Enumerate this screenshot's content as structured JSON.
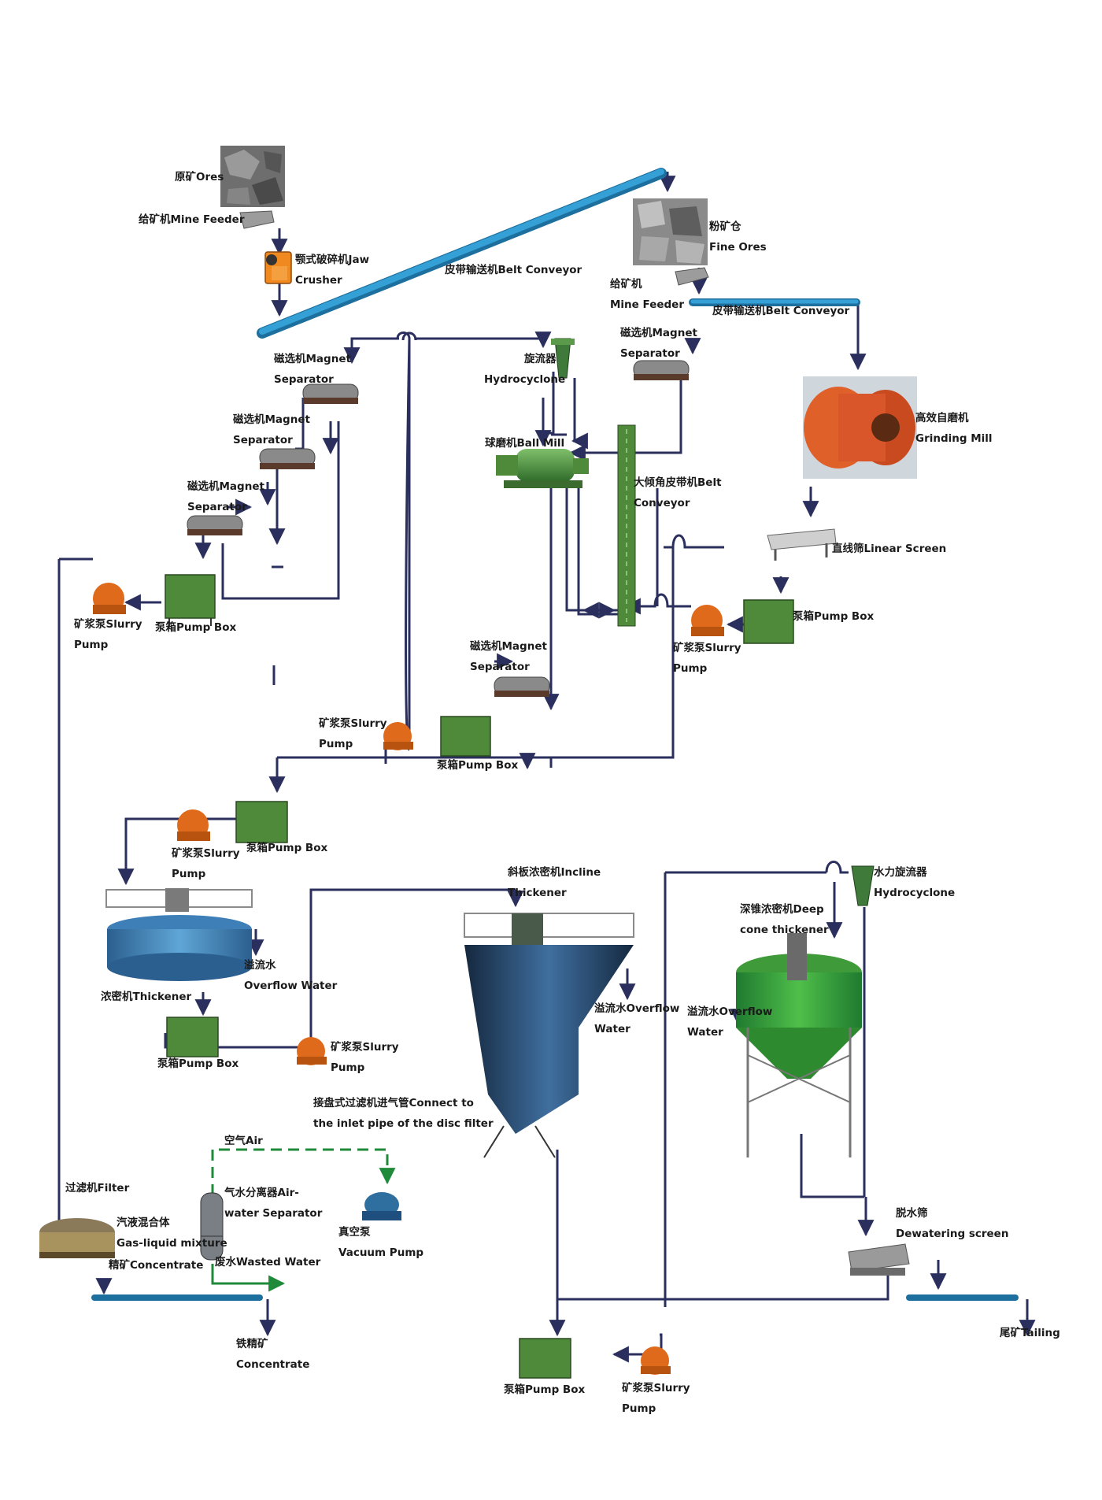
{
  "labels": {
    "raw_ore": "原矿Ores",
    "mine_feeder_1": "给矿机Mine Feeder",
    "jaw_crusher_1": "颚式破碎机Jaw",
    "jaw_crusher_2": "Crusher",
    "belt_conveyor_1": "皮带输送机Belt Conveyor",
    "fine_ore_1": "粉矿仓",
    "fine_ore_2": "Fine Ores",
    "mine_feeder_2a": "给矿机",
    "mine_feeder_2b": "Mine Feeder",
    "belt_conveyor_2": "皮带输送机Belt Conveyor",
    "grinding_mill_1": "高效自磨机",
    "grinding_mill_2": "Grinding Mill",
    "mag_sep_1a": "磁选机Magnet",
    "mag_sep_1b": "Separator",
    "hydrocyclone_1a": "旋流器",
    "hydrocyclone_1b": "Hydrocyclone",
    "mag_sep_2a": "磁选机Magnet",
    "mag_sep_2b": "Separator",
    "mag_sep_3a": "磁选机Magnet",
    "mag_sep_3b": "Separator",
    "ball_mill": "球磨机Ball Mill",
    "big_belt_1": "大倾角皮带机Belt",
    "big_belt_2": "Conveyor",
    "mag_sep_4a": "磁选机Magnet",
    "mag_sep_4b": "Separator",
    "linear_screen": "直线筛Linear Screen",
    "pump_box_1": "泵箱Pump Box",
    "slurry_pump_1a": "矿浆泵Slurry",
    "slurry_pump_1b": "Pump",
    "pump_box_2": "泵箱Pump Box",
    "slurry_pump_2a": "矿浆泵Slurry",
    "slurry_pump_2b": "Pump",
    "mag_sep_5a": "磁选机Magnet",
    "mag_sep_5b": "Separator",
    "slurry_pump_3a": "矿浆泵Slurry",
    "slurry_pump_3b": "Pump",
    "pump_box_3": "泵箱Pump Box",
    "pump_box_4": "泵箱Pump Box",
    "slurry_pump_4a": "矿浆泵Slurry",
    "slurry_pump_4b": "Pump",
    "incline_thickener_1": "斜板浓密机Incline",
    "incline_thickener_2": "Thickener",
    "hydrocyclone_2a": "水力旋流器",
    "hydrocyclone_2b": "Hydrocyclone",
    "deep_cone_1": "深锥浓密机Deep",
    "deep_cone_2": "cone thickener",
    "overflow_1a": "溢流水",
    "overflow_1b": "Overflow Water",
    "thickener": "浓密机Thickener",
    "overflow_2a": "溢流水Overflow",
    "overflow_2b": "Water",
    "overflow_3a": "溢流水Overflow",
    "overflow_3b": "Water",
    "pump_box_5": "泵箱Pump Box",
    "slurry_pump_5a": "矿浆泵Slurry",
    "slurry_pump_5b": "Pump",
    "connect_pipe_1": "接盘式过滤机进气管Connect to",
    "connect_pipe_2": "the inlet pipe of the disc filter",
    "air": "空气Air",
    "filter": "过滤机Filter",
    "air_water_sep_1": "气水分离器Air-",
    "air_water_sep_2": "water Separator",
    "gas_liquid_1": "汽液混合体",
    "gas_liquid_2": "Gas-liquid mixture",
    "vacuum_pump_1": "真空泵",
    "vacuum_pump_2": "Vacuum Pump",
    "concentrate_flow": "精矿Concentrate",
    "wasted_water": "废水Wasted Water",
    "dewatering_1": "脱水筛",
    "dewatering_2": "Dewatering screen",
    "iron_conc_1": "铁精矿",
    "iron_conc_2": "Concentrate",
    "tailing": "尾矿Tailing",
    "pump_box_6": "泵箱Pump Box",
    "slurry_pump_6a": "矿浆泵Slurry",
    "slurry_pump_6b": "Pump"
  },
  "colors": {
    "line": "#2a2f5e",
    "conveyor": "#2b8fc4",
    "green_equipment": "#4e8a3a",
    "orange_equipment": "#e06a1c",
    "air_line": "#1f8a3a"
  }
}
